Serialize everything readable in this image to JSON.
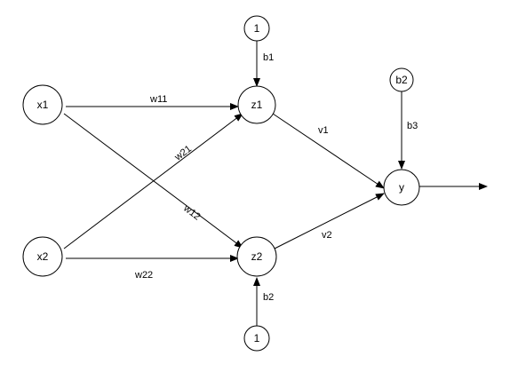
{
  "nodes": {
    "x1": "x1",
    "x2": "x2",
    "z1": "z1",
    "z2": "z2",
    "y": "y",
    "bias_top": "1",
    "bias_bottom": "1",
    "b2_node": "b2"
  },
  "edges": {
    "w11": "w11",
    "w12": "w12",
    "w21": "w21",
    "w22": "w22",
    "v1": "v1",
    "v2": "v2",
    "b1": "b1",
    "b2": "b2",
    "b3": "b3"
  }
}
